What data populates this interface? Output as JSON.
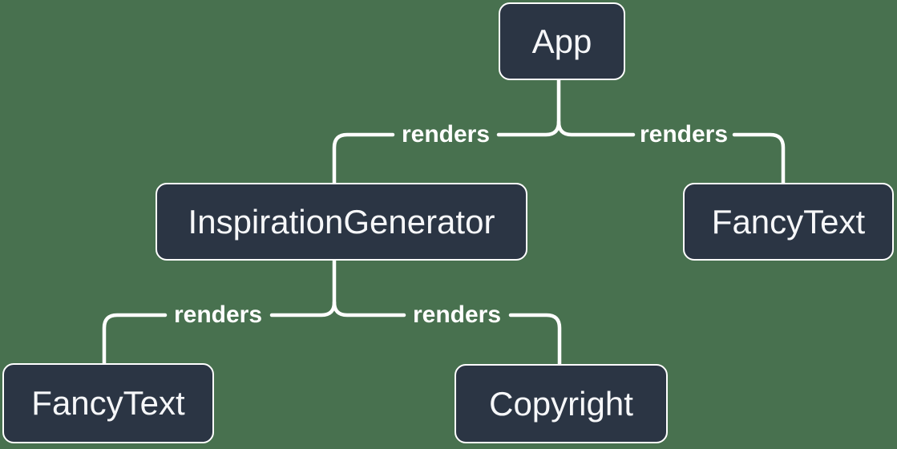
{
  "diagram": {
    "nodes": [
      {
        "id": "app",
        "label": "App"
      },
      {
        "id": "inspiration-generator",
        "label": "InspirationGenerator"
      },
      {
        "id": "fancy-text-top",
        "label": "FancyText"
      },
      {
        "id": "fancy-text-bottom",
        "label": "FancyText"
      },
      {
        "id": "copyright",
        "label": "Copyright"
      }
    ],
    "edges": [
      {
        "from": "App",
        "to": "InspirationGenerator",
        "label": "renders"
      },
      {
        "from": "App",
        "to": "FancyText",
        "label": "renders"
      },
      {
        "from": "InspirationGenerator",
        "to": "FancyText",
        "label": "renders"
      },
      {
        "from": "InspirationGenerator",
        "to": "Copyright",
        "label": "renders"
      }
    ],
    "colors": {
      "background": "#48714F",
      "node_fill": "#2B3544",
      "node_border": "#FFFFFF",
      "node_text": "#F6F7F9",
      "edge_line": "#FFFFFF",
      "edge_label_text": "#FFFFFF"
    }
  }
}
